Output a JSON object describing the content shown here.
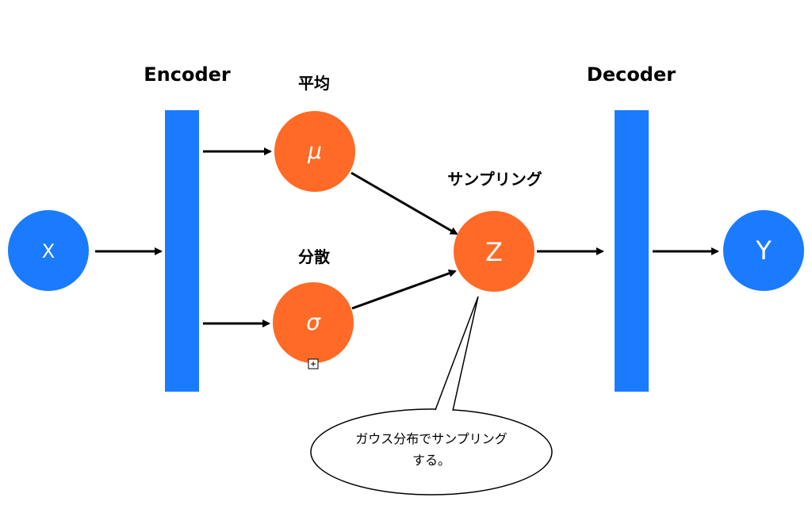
{
  "labels": {
    "encoder": "Encoder",
    "decoder": "Decoder",
    "mean": "平均",
    "variance": "分散",
    "sampling": "サンプリング"
  },
  "nodes": {
    "input": "X",
    "mu": "μ",
    "sigma": "σ",
    "z": "Z",
    "output": "Y"
  },
  "callout": {
    "line1": "ガウス分布でサンプリング",
    "line2": "する。"
  },
  "colors": {
    "blue": "#1a7bff",
    "orange": "#ff6a26",
    "arrow": "#000000"
  }
}
